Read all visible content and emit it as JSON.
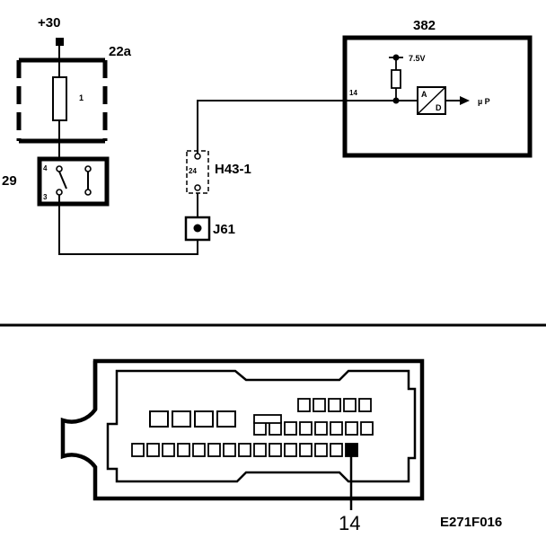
{
  "schematic": {
    "supply_label": "+30",
    "fuse": {
      "id": "22a",
      "number": "1"
    },
    "switch": {
      "id": "29",
      "pin_top": "4",
      "pin_bottom": "3"
    },
    "connector": {
      "id": "H43-1",
      "pin": "24"
    },
    "ground_point": {
      "id": "J61"
    },
    "control_unit": {
      "id": "382",
      "input_pin": "14",
      "reference_voltage": "7.5V",
      "converter_in": "A",
      "converter_out": "D",
      "output_label": "µ P"
    }
  },
  "connector_view": {
    "highlighted_pin_label": "14"
  },
  "figure_code": "E271F016"
}
